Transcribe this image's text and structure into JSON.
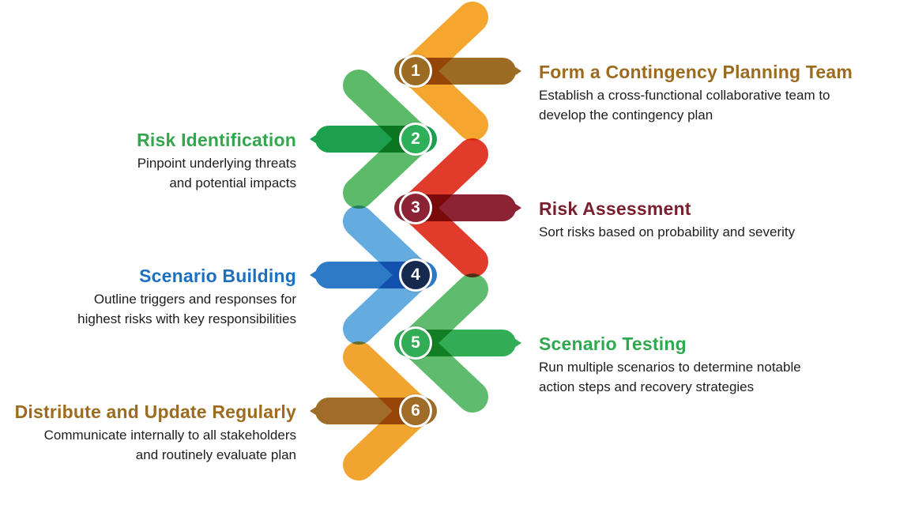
{
  "canvas": {
    "background": "#ffffff"
  },
  "steps": [
    {
      "number": "1",
      "title": "Form a Contingency Planning Team",
      "description": "Establish a cross-functional collaborative team to\ndevelop the contingency plan",
      "side": "right",
      "colors": {
        "chevron": "#F4A62F",
        "arrow": "#9C6B24",
        "circle": "#9C6B24",
        "title": "#9C6B1E"
      }
    },
    {
      "number": "2",
      "title": "Risk Identification",
      "description": "Pinpoint underlying threats\nand potential impacts",
      "side": "left",
      "colors": {
        "chevron": "#5CBB68",
        "arrow": "#1CA04E",
        "circle": "#2EB05A",
        "title": "#34A64F"
      }
    },
    {
      "number": "3",
      "title": "Risk Assessment",
      "description": "Sort risks based on probability and severity",
      "side": "right",
      "colors": {
        "chevron": "#E13B2C",
        "arrow": "#8C2334",
        "circle": "#8C2334",
        "title": "#7A1F2D"
      }
    },
    {
      "number": "4",
      "title": "Scenario Building",
      "description": "Outline triggers and responses for\nhighest risks with key responsibilities",
      "side": "left",
      "colors": {
        "chevron": "#64ABE0",
        "arrow": "#2E7AC6",
        "circle": "#16294F",
        "title": "#1D6FBF"
      }
    },
    {
      "number": "5",
      "title": "Scenario Testing",
      "description": "Run multiple scenarios to determine notable\naction steps and recovery strategies",
      "side": "right",
      "colors": {
        "chevron": "#5FBC6E",
        "arrow": "#33AC56",
        "circle": "#33AC56",
        "title": "#2FA84F"
      }
    },
    {
      "number": "6",
      "title": "Distribute and Update Regularly",
      "description": "Communicate internally to all stakeholders\nand routinely evaluate plan",
      "side": "left",
      "colors": {
        "chevron": "#F2A430",
        "arrow": "#A06C2A",
        "circle": "#A06C2A",
        "title": "#9C6B1E"
      }
    }
  ]
}
